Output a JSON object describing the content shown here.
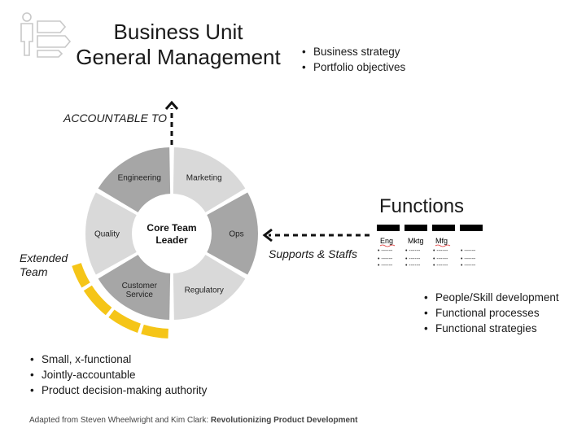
{
  "header": {
    "title_line1": "Business Unit",
    "title_line2": "General Management",
    "bullets": [
      "Business strategy",
      "Portfolio objectives"
    ]
  },
  "accountable_label": "ACCOUNTABLE TO",
  "wheel": {
    "center_line1": "Core Team",
    "center_line2": "Leader",
    "segments": [
      {
        "label": "Marketing",
        "color": "#d9d9d9"
      },
      {
        "label": "Ops",
        "color": "#a6a6a6"
      },
      {
        "label": "Regulatory",
        "color": "#d9d9d9"
      },
      {
        "label": "Customer Service",
        "color": "#a6a6a6"
      },
      {
        "label": "Quality",
        "color": "#d9d9d9"
      },
      {
        "label": "Engineering",
        "color": "#a6a6a6"
      }
    ]
  },
  "extended_team": {
    "line1": "Extended",
    "line2": "Team",
    "arc_color": "#f5c518"
  },
  "supports_label": "Supports & Staffs",
  "functions": {
    "title": "Functions",
    "columns": [
      "Eng",
      "Mktg",
      "Mfg",
      ""
    ],
    "bullets": [
      "People/Skill development",
      "Functional processes",
      "Functional strategies"
    ]
  },
  "team_bullets": [
    "Small, x-functional",
    "Jointly-accountable",
    "Product decision-making authority"
  ],
  "credit": {
    "prefix": "Adapted from Steven Wheelwright and Kim Clark: ",
    "bold": "Revolutionizing Product Development"
  }
}
